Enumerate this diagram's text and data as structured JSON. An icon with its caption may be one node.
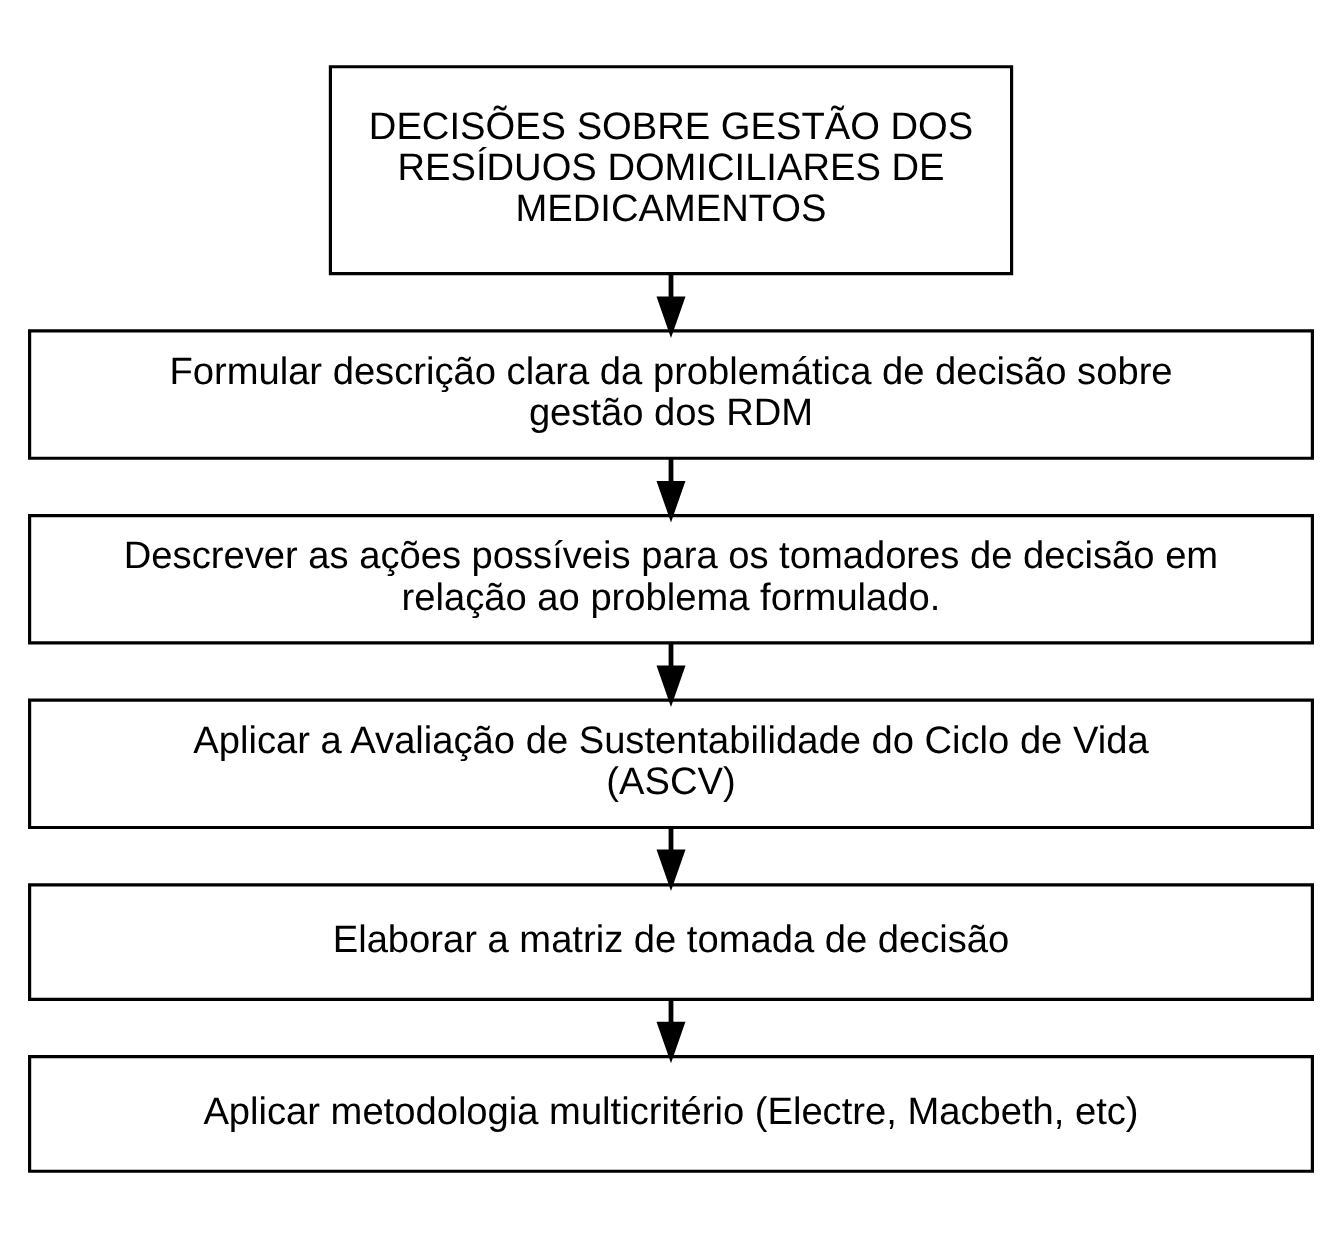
{
  "diagram": {
    "nodes": [
      {
        "text": [
          "DECISÕES SOBRE GESTÃO DOS RESÍDUOS DOMICILIARES DE MEDICAMENTOS"
        ]
      },
      {
        "text": [
          "Formular descrição clara da problemática de decisão sobre gestão dos RDM"
        ]
      },
      {
        "text": [
          "Descrever as ações possíveis para os tomadores de decisão em relação ao problema formulado."
        ]
      },
      {
        "text": [
          "Aplicar a Avaliação de Sustentabilidade do Ciclo de Vida (ASCV)"
        ]
      },
      {
        "text": [
          "Elaborar a matriz de tomada de decisão"
        ]
      },
      {
        "text": [
          "Aplicar metodologia multicritério (Electre, Macbeth, etc)"
        ]
      }
    ],
    "edges": [
      {
        "from": 0,
        "to": 1,
        "arrow": "to"
      },
      {
        "from": 1,
        "to": 2,
        "arrow": "to"
      },
      {
        "from": 2,
        "to": 3,
        "arrow": "to"
      },
      {
        "from": 3,
        "to": 4,
        "arrow": "to"
      },
      {
        "from": 4,
        "to": 5,
        "arrow": "to"
      }
    ]
  }
}
